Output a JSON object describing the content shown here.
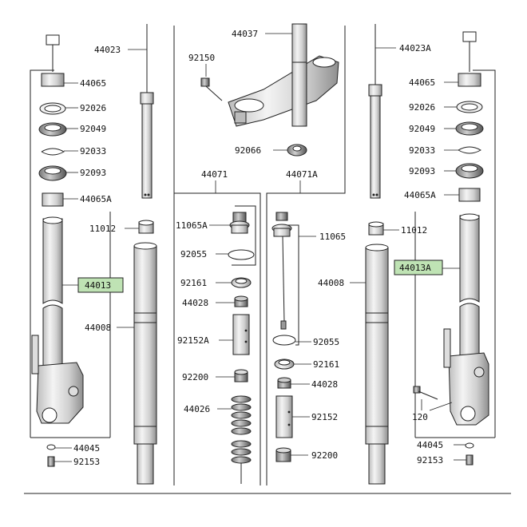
{
  "labels": {
    "l_44023": "44023",
    "l_44037": "44037",
    "l_44023a": "44023A",
    "l_92150": "92150",
    "l_44065_l": "44065",
    "l_92026_l": "92026",
    "l_92049_l": "92049",
    "l_92033_l": "92033",
    "l_92093_l": "92093",
    "l_44065a_l": "44065A",
    "l_44065_r": "44065",
    "l_92026_r": "92026",
    "l_92049_r": "92049",
    "l_92033_r": "92033",
    "l_92093_r": "92093",
    "l_44065a_r": "44065A",
    "l_92066": "92066",
    "l_44071": "44071",
    "l_44071a": "44071A",
    "l_11065a": "11065A",
    "l_11065": "11065",
    "l_11012_l": "11012",
    "l_11012_r": "11012",
    "l_92055_l": "92055",
    "l_92055_r": "92055",
    "l_44013_l": "44013",
    "l_44013a": "44013A",
    "l_44008_l": "44008",
    "l_44008_r": "44008",
    "l_92161_l": "92161",
    "l_92161_r": "92161",
    "l_44028_l": "44028",
    "l_44028_r": "44028",
    "l_92152a": "92152A",
    "l_92152": "92152",
    "l_92200_l": "92200",
    "l_92200_r": "92200",
    "l_44026": "44026",
    "l_120": "120",
    "l_44045_l": "44045",
    "l_44045_r": "44045",
    "l_92153_l": "92153",
    "l_92153_r": "92153"
  },
  "colors": {
    "highlight": "#bfe3b4",
    "line": "#222222",
    "part_fill": "#d9d9d9",
    "part_dark": "#9a9a9a"
  }
}
